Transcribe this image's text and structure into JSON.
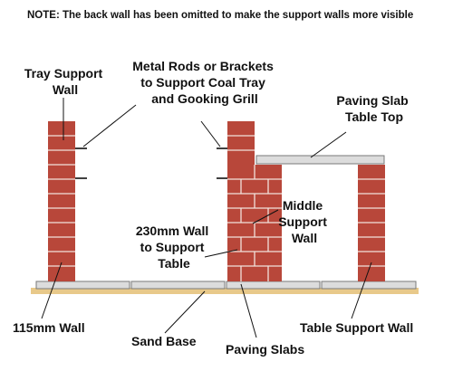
{
  "note": "NOTE: The back wall has been omitted to make the support walls more visible",
  "labels": {
    "tray_support_wall": [
      "Tray Support",
      "Wall"
    ],
    "metal_rods": [
      "Metal Rods or Brackets",
      "to Support Coal Tray",
      "and Gooking Grill"
    ],
    "paving_slab_top": [
      "Paving Slab",
      "Table Top"
    ],
    "middle_support_wall": [
      "Middle",
      "Support",
      "Wall"
    ],
    "wall_230mm": [
      "230mm Wall",
      "to Support",
      "Table"
    ],
    "wall_115mm": "115mm Wall",
    "sand_base": "Sand Base",
    "paving_slabs": "Paving Slabs",
    "table_support_wall": "Table Support Wall"
  },
  "colors": {
    "brick": "#b8473a",
    "mortar": "#f2e2dc",
    "slab": "#dcdcdc",
    "sand": "#e8c98a"
  }
}
